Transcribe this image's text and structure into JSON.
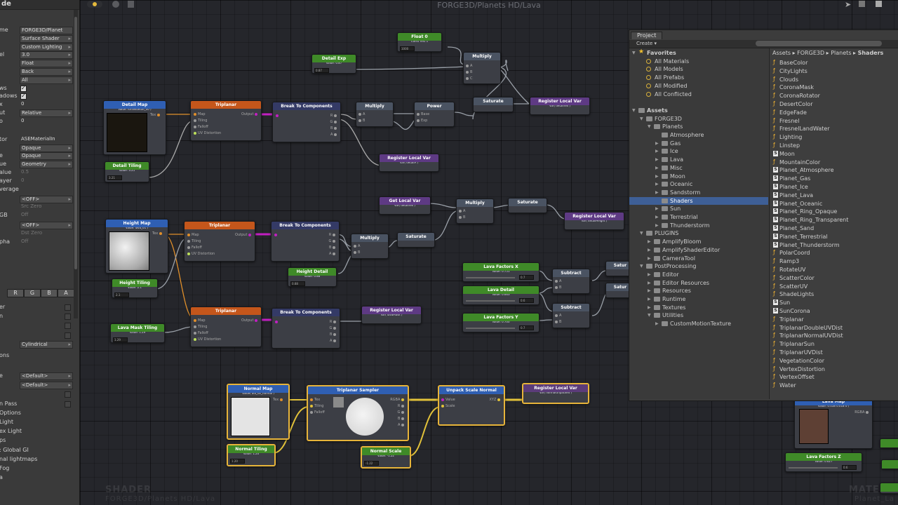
{
  "inspector": {
    "header": "de",
    "rows": [
      {
        "label": "me",
        "value": "FORGE3D/Planet",
        "kind": "text"
      },
      {
        "label": "",
        "value": "Surface Shader",
        "kind": "dd"
      },
      {
        "label": "",
        "value": "Custom Lighting",
        "kind": "dd"
      },
      {
        "label": "el",
        "value": "3.0",
        "kind": "dd"
      },
      {
        "label": "",
        "value": "Float",
        "kind": "dd"
      },
      {
        "label": "",
        "value": "Back",
        "kind": "dd"
      },
      {
        "label": "",
        "value": "All",
        "kind": "dd"
      },
      {
        "label": "ws",
        "value": "",
        "kind": "check"
      },
      {
        "label": "adows",
        "value": "",
        "kind": "check"
      },
      {
        "label": "x",
        "value": "0",
        "kind": "plain"
      },
      {
        "label": "ut",
        "value": "Relative",
        "kind": "dd"
      },
      {
        "label": "o",
        "value": "0",
        "kind": "plain"
      },
      {
        "label": "tor",
        "value": "ASEMaterialIn",
        "kind": "plain"
      },
      {
        "label": "",
        "value": "Opaque",
        "kind": "dd"
      },
      {
        "label": "e",
        "value": "Opaque",
        "kind": "dd"
      },
      {
        "label": "ue",
        "value": "Geometry",
        "kind": "dd"
      },
      {
        "label": "alue",
        "value": "0.5",
        "kind": "dim"
      },
      {
        "label": "ayer",
        "value": "0",
        "kind": "dim"
      },
      {
        "label": "verage",
        "value": "",
        "kind": "dim"
      },
      {
        "label": "",
        "value": "<OFF>",
        "kind": "dd"
      },
      {
        "label": "",
        "value": "Src  Zero",
        "kind": "dim"
      },
      {
        "label": "GB",
        "value": "Off",
        "kind": "dim"
      },
      {
        "label": "",
        "value": "<OFF>",
        "kind": "dd"
      },
      {
        "label": "",
        "value": "Dst  Zero",
        "kind": "dim"
      },
      {
        "label": "pha",
        "value": "Off",
        "kind": "dim"
      }
    ],
    "rgba": [
      "R",
      "G",
      "B",
      "A"
    ],
    "lower_rows": [
      {
        "label": "er"
      },
      {
        "label": "n"
      },
      {
        "label": ""
      },
      {
        "label": ""
      },
      {
        "label": "",
        "value": "Cylindrical"
      },
      {
        "label": "ons"
      },
      {
        "label": ""
      },
      {
        "label": "e",
        "value": "<Default>"
      },
      {
        "label": "",
        "value": "<Default>"
      },
      {
        "label": ""
      },
      {
        "label": "n Pass"
      },
      {
        "label": "Options"
      },
      {
        "label": "Light"
      },
      {
        "label": "ex Light"
      },
      {
        "label": "ps"
      },
      {
        "label": ": Global GI"
      },
      {
        "label": "nal lightmaps"
      },
      {
        "label": "Fog"
      },
      {
        "label": "a"
      }
    ]
  },
  "canvas": {
    "title": "FORGE3D/Planets HD/Lava",
    "footer_left_big": "SHADER",
    "footer_left_small": "FORGE3D/Planets HD/Lava",
    "footer_right_big": "MATE",
    "footer_right_small": "Planet_La"
  },
  "nodes": {
    "float0": {
      "title": "Float 0",
      "sub": "Const  Test 1",
      "field": "1000"
    },
    "detail_exp": {
      "title": "Detail Exp",
      "sub": "Value: 0.87",
      "field": "0.87"
    },
    "multiply_top": {
      "title": "Multiply",
      "ports": [
        "A",
        "B",
        "C"
      ]
    },
    "detail_map": {
      "title": "Detail Map",
      "sub": "Value: forsekdetail_00 )",
      "port": "Tex"
    },
    "detail_tiling": {
      "title": "Detail Tiling",
      "sub": "Value: 3.21",
      "field": "3.21"
    },
    "triplanar1": {
      "title": "Triplanar",
      "out": "Output",
      "ports": [
        "Map",
        "Tiling",
        "Falloff",
        "UV Distortion"
      ]
    },
    "break1": {
      "title": "Break To Components",
      "ports": [
        "R",
        "G",
        "B",
        "A"
      ]
    },
    "multiply1": {
      "title": "Multiply",
      "ports": [
        "A",
        "B"
      ]
    },
    "power1": {
      "title": "Power",
      "ports": [
        "Base",
        "Exp"
      ]
    },
    "saturate1": {
      "title": "Saturate"
    },
    "reglocal1": {
      "title": "Register Local Var",
      "sub": "Var( detailTex )"
    },
    "reglocal2": {
      "title": "Register Local Var",
      "sub": "Var( detailA )"
    },
    "getlocal1": {
      "title": "Get Local Var",
      "sub": "Var( detailTex )"
    },
    "multiply2": {
      "title": "Multiply",
      "ports": [
        "A",
        "B"
      ]
    },
    "saturate2": {
      "title": "Saturate"
    },
    "reglocal3": {
      "title": "Register Local Var",
      "sub": "Var( detailHeight )"
    },
    "height_map": {
      "title": "Height Map",
      "sub": "Value: lava_01 )",
      "port": "Tex"
    },
    "triplanar2": {
      "title": "Triplanar",
      "out": "Output",
      "ports": [
        "Map",
        "Tiling",
        "Falloff",
        "UV Distortion"
      ]
    },
    "break2": {
      "title": "Break To Components",
      "ports": [
        "R",
        "G",
        "B",
        "A"
      ]
    },
    "multiply3": {
      "title": "Multiply",
      "ports": [
        "A",
        "B"
      ]
    },
    "saturate3": {
      "title": "Saturate"
    },
    "height_detail": {
      "title": "Height Detail",
      "sub": "Value: 0.88",
      "field": "0.88"
    },
    "height_tiling": {
      "title": "Height Tiling",
      "sub": "Value: 2.1",
      "field": "2.1"
    },
    "lava_factors_x": {
      "title": "Lava Factors X",
      "sub": "Value: 0.751",
      "field": "0.7"
    },
    "lava_detail": {
      "title": "Lava Detail",
      "sub": "Value: 0.663",
      "field": "0.6"
    },
    "lava_factors_y": {
      "title": "Lava Factors Y",
      "sub": "Value: 0.700",
      "field": "0.7"
    },
    "subtract1": {
      "title": "Subtract",
      "ports": [
        "A",
        "B"
      ]
    },
    "subtract2": {
      "title": "Subtract",
      "ports": [
        "A",
        "B"
      ]
    },
    "satur_a": {
      "title": "Satur"
    },
    "satur_b": {
      "title": "Satur"
    },
    "lava_mask_tiling": {
      "title": "Lava Mask Tiling",
      "sub": "Value: 1.29",
      "field": "1.29"
    },
    "triplanar3": {
      "title": "Triplanar",
      "out": "Output",
      "ports": [
        "Map",
        "Tiling",
        "Falloff",
        "UV Distortion"
      ]
    },
    "break3": {
      "title": "Break To Components",
      "ports": [
        "R",
        "G",
        "B",
        "A"
      ]
    },
    "reglocal4": {
      "title": "Register Local Var",
      "sub": "Var( lavaMask )"
    },
    "normal_map": {
      "title": "Normal Map",
      "sub": "Value( ala_02_normal )",
      "port": "Tex"
    },
    "triplanar_sampler": {
      "title": "Triplanar Sampler",
      "ports": [
        "Tex",
        "Tiling",
        "Falloff"
      ],
      "outs": [
        "RGBA",
        "R",
        "G",
        "B",
        "A"
      ]
    },
    "unpack_normal": {
      "title": "Unpack Scale Normal",
      "ports": [
        "Value",
        "Scale"
      ],
      "out": "XYZ"
    },
    "reglocal5": {
      "title": "Register Local Var",
      "sub": "Var( normalUnpacked )"
    },
    "normal_tiling": {
      "title": "Normal Tiling",
      "sub": "Value: 1.20",
      "field": "1.20"
    },
    "normal_scale": {
      "title": "Normal Scale",
      "sub": "Value: -1.22",
      "field": "-1.22"
    },
    "lava_map": {
      "title": "Lava Map",
      "sub": "Value: 0.058 0.018 0 )",
      "port": "RGBA"
    },
    "lava_factors_z": {
      "title": "Lava Factors Z",
      "sub": "Value: 0.627",
      "field": "0.6"
    }
  },
  "project": {
    "tab": "Project",
    "create": "Create",
    "breadcrumb": [
      "Assets",
      "FORGE3D",
      "Planets",
      "Shaders"
    ],
    "tree": [
      {
        "label": "Favorites",
        "depth": 0,
        "icon": "star",
        "open": true,
        "bold": true
      },
      {
        "label": "All Materials",
        "depth": 1,
        "icon": "search"
      },
      {
        "label": "All Models",
        "depth": 1,
        "icon": "search"
      },
      {
        "label": "All Prefabs",
        "depth": 1,
        "icon": "search"
      },
      {
        "label": "All Modified",
        "depth": 1,
        "icon": "search"
      },
      {
        "label": "All Conflicted",
        "depth": 1,
        "icon": "search"
      },
      {
        "label": "",
        "depth": 0,
        "icon": "none"
      },
      {
        "label": "Assets",
        "depth": 0,
        "icon": "folder",
        "open": true,
        "bold": true
      },
      {
        "label": "FORGE3D",
        "depth": 1,
        "icon": "folder",
        "open": true
      },
      {
        "label": "Planets",
        "depth": 2,
        "icon": "folder",
        "open": true
      },
      {
        "label": "Atmosphere",
        "depth": 3,
        "icon": "folder"
      },
      {
        "label": "Gas",
        "depth": 3,
        "icon": "folder",
        "closed": true
      },
      {
        "label": "Ice",
        "depth": 3,
        "icon": "folder",
        "closed": true
      },
      {
        "label": "Lava",
        "depth": 3,
        "icon": "folder",
        "closed": true
      },
      {
        "label": "Misc",
        "depth": 3,
        "icon": "folder",
        "closed": true
      },
      {
        "label": "Moon",
        "depth": 3,
        "icon": "folder",
        "closed": true
      },
      {
        "label": "Oceanic",
        "depth": 3,
        "icon": "folder",
        "closed": true
      },
      {
        "label": "Sandstorm",
        "depth": 3,
        "icon": "folder",
        "closed": true
      },
      {
        "label": "Shaders",
        "depth": 3,
        "icon": "folder",
        "selected": true
      },
      {
        "label": "Sun",
        "depth": 3,
        "icon": "folder",
        "closed": true
      },
      {
        "label": "Terrestrial",
        "depth": 3,
        "icon": "folder",
        "closed": true
      },
      {
        "label": "Thunderstorm",
        "depth": 3,
        "icon": "folder",
        "closed": true
      },
      {
        "label": "PLUGINS",
        "depth": 1,
        "icon": "folder",
        "open": true
      },
      {
        "label": "AmplifyBloom",
        "depth": 2,
        "icon": "folder",
        "closed": true
      },
      {
        "label": "AmplifyShaderEditor",
        "depth": 2,
        "icon": "folder",
        "closed": true
      },
      {
        "label": "CameraTool",
        "depth": 2,
        "icon": "folder",
        "closed": true
      },
      {
        "label": "PostProcessing",
        "depth": 1,
        "icon": "folder",
        "open": true
      },
      {
        "label": "Editor",
        "depth": 2,
        "icon": "folder",
        "closed": true
      },
      {
        "label": "Editor Resources",
        "depth": 2,
        "icon": "folder",
        "closed": true
      },
      {
        "label": "Resources",
        "depth": 2,
        "icon": "folder",
        "closed": true
      },
      {
        "label": "Runtime",
        "depth": 2,
        "icon": "folder",
        "closed": true
      },
      {
        "label": "Textures",
        "depth": 2,
        "icon": "folder",
        "closed": true
      },
      {
        "label": "Utilities",
        "depth": 2,
        "icon": "folder",
        "open": true
      },
      {
        "label": "CustomMotionTexture",
        "depth": 3,
        "icon": "folder",
        "closed": true
      }
    ],
    "files": [
      {
        "name": "BaseColor",
        "kind": "f"
      },
      {
        "name": "CityLights",
        "kind": "f"
      },
      {
        "name": "Clouds",
        "kind": "f"
      },
      {
        "name": "CoronaMask",
        "kind": "f"
      },
      {
        "name": "CoronaRotator",
        "kind": "f"
      },
      {
        "name": "DesertColor",
        "kind": "f"
      },
      {
        "name": "EdgeFade",
        "kind": "f"
      },
      {
        "name": "Fresnel",
        "kind": "f"
      },
      {
        "name": "FresnelLandWater",
        "kind": "f"
      },
      {
        "name": "Lighting",
        "kind": "f"
      },
      {
        "name": "Linstep",
        "kind": "f"
      },
      {
        "name": "Moon",
        "kind": "s"
      },
      {
        "name": "MountainColor",
        "kind": "f"
      },
      {
        "name": "Planet_Atmosphere",
        "kind": "s"
      },
      {
        "name": "Planet_Gas",
        "kind": "s"
      },
      {
        "name": "Planet_Ice",
        "kind": "s"
      },
      {
        "name": "Planet_Lava",
        "kind": "s"
      },
      {
        "name": "Planet_Oceanic",
        "kind": "s"
      },
      {
        "name": "Planet_Ring_Opaque",
        "kind": "s"
      },
      {
        "name": "Planet_Ring_Transparent",
        "kind": "s"
      },
      {
        "name": "Planet_Sand",
        "kind": "s"
      },
      {
        "name": "Planet_Terrestrial",
        "kind": "s"
      },
      {
        "name": "Planet_Thunderstorm",
        "kind": "s"
      },
      {
        "name": "PolarCoord",
        "kind": "f"
      },
      {
        "name": "Ramp3",
        "kind": "f"
      },
      {
        "name": "RotateUV",
        "kind": "f"
      },
      {
        "name": "ScatterColor",
        "kind": "f"
      },
      {
        "name": "ScatterUV",
        "kind": "f"
      },
      {
        "name": "ShadeLights",
        "kind": "f"
      },
      {
        "name": "Sun",
        "kind": "s"
      },
      {
        "name": "SunCorona",
        "kind": "s"
      },
      {
        "name": "Triplanar",
        "kind": "f"
      },
      {
        "name": "TriplanarDoubleUVDist",
        "kind": "f"
      },
      {
        "name": "TriplanarNormalUVDist",
        "kind": "f"
      },
      {
        "name": "TriplanarSun",
        "kind": "f"
      },
      {
        "name": "TriplanarUVDist",
        "kind": "f"
      },
      {
        "name": "VegetationColor",
        "kind": "f"
      },
      {
        "name": "VertexDistortion",
        "kind": "f"
      },
      {
        "name": "VertexOffset",
        "kind": "f"
      },
      {
        "name": "Water",
        "kind": "f"
      }
    ]
  },
  "colors": {
    "accent_selection": "#3e5f96",
    "wire_orange": "#e08f2b",
    "wire_magenta": "#c21fc2",
    "wire_yellow": "#e2c23a",
    "node_selected_border": "#e7b43a"
  }
}
